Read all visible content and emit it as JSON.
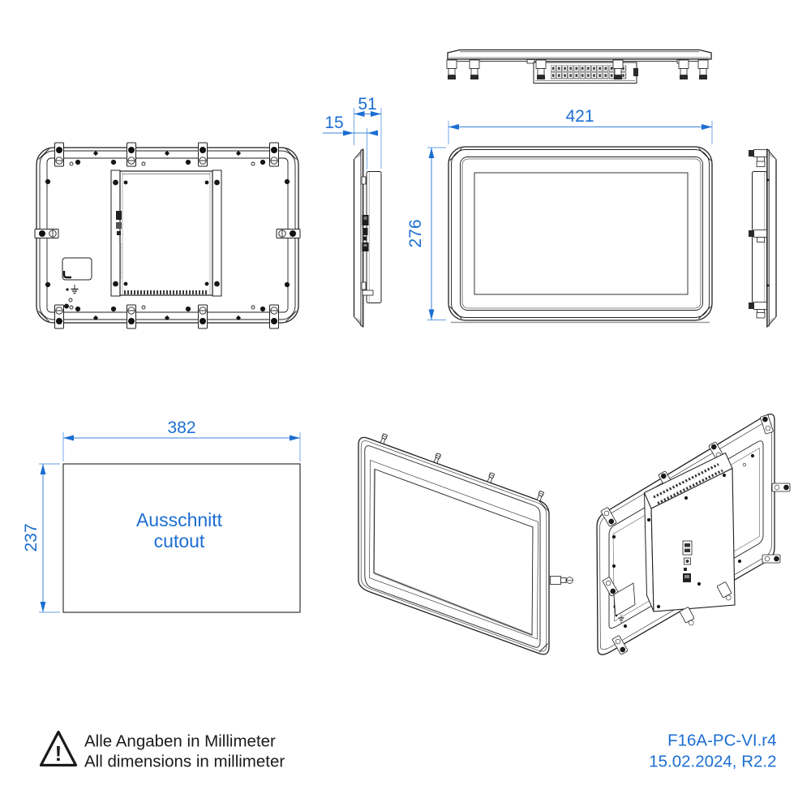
{
  "document": {
    "part_number": "F16A-PC-VI.r4",
    "date_revision": "15.02.2024, R2.2"
  },
  "units_note": {
    "de": "Alle Angaben in Millimeter",
    "en": "All dimensions in millimeter",
    "warning_mark": "!"
  },
  "dimensions_mm": {
    "total_depth": "51",
    "front_frame_depth": "15",
    "front_width": "421",
    "front_height": "276",
    "cutout_width": "382",
    "cutout_height": "237"
  },
  "cutout_label": {
    "de": "Ausschnitt",
    "en": "cutout"
  },
  "colors": {
    "dimension_blue": "#1b6ed2",
    "line_black": "#1f1f1f",
    "shade_grey": "#c8c8c8",
    "background": "#ffffff"
  }
}
